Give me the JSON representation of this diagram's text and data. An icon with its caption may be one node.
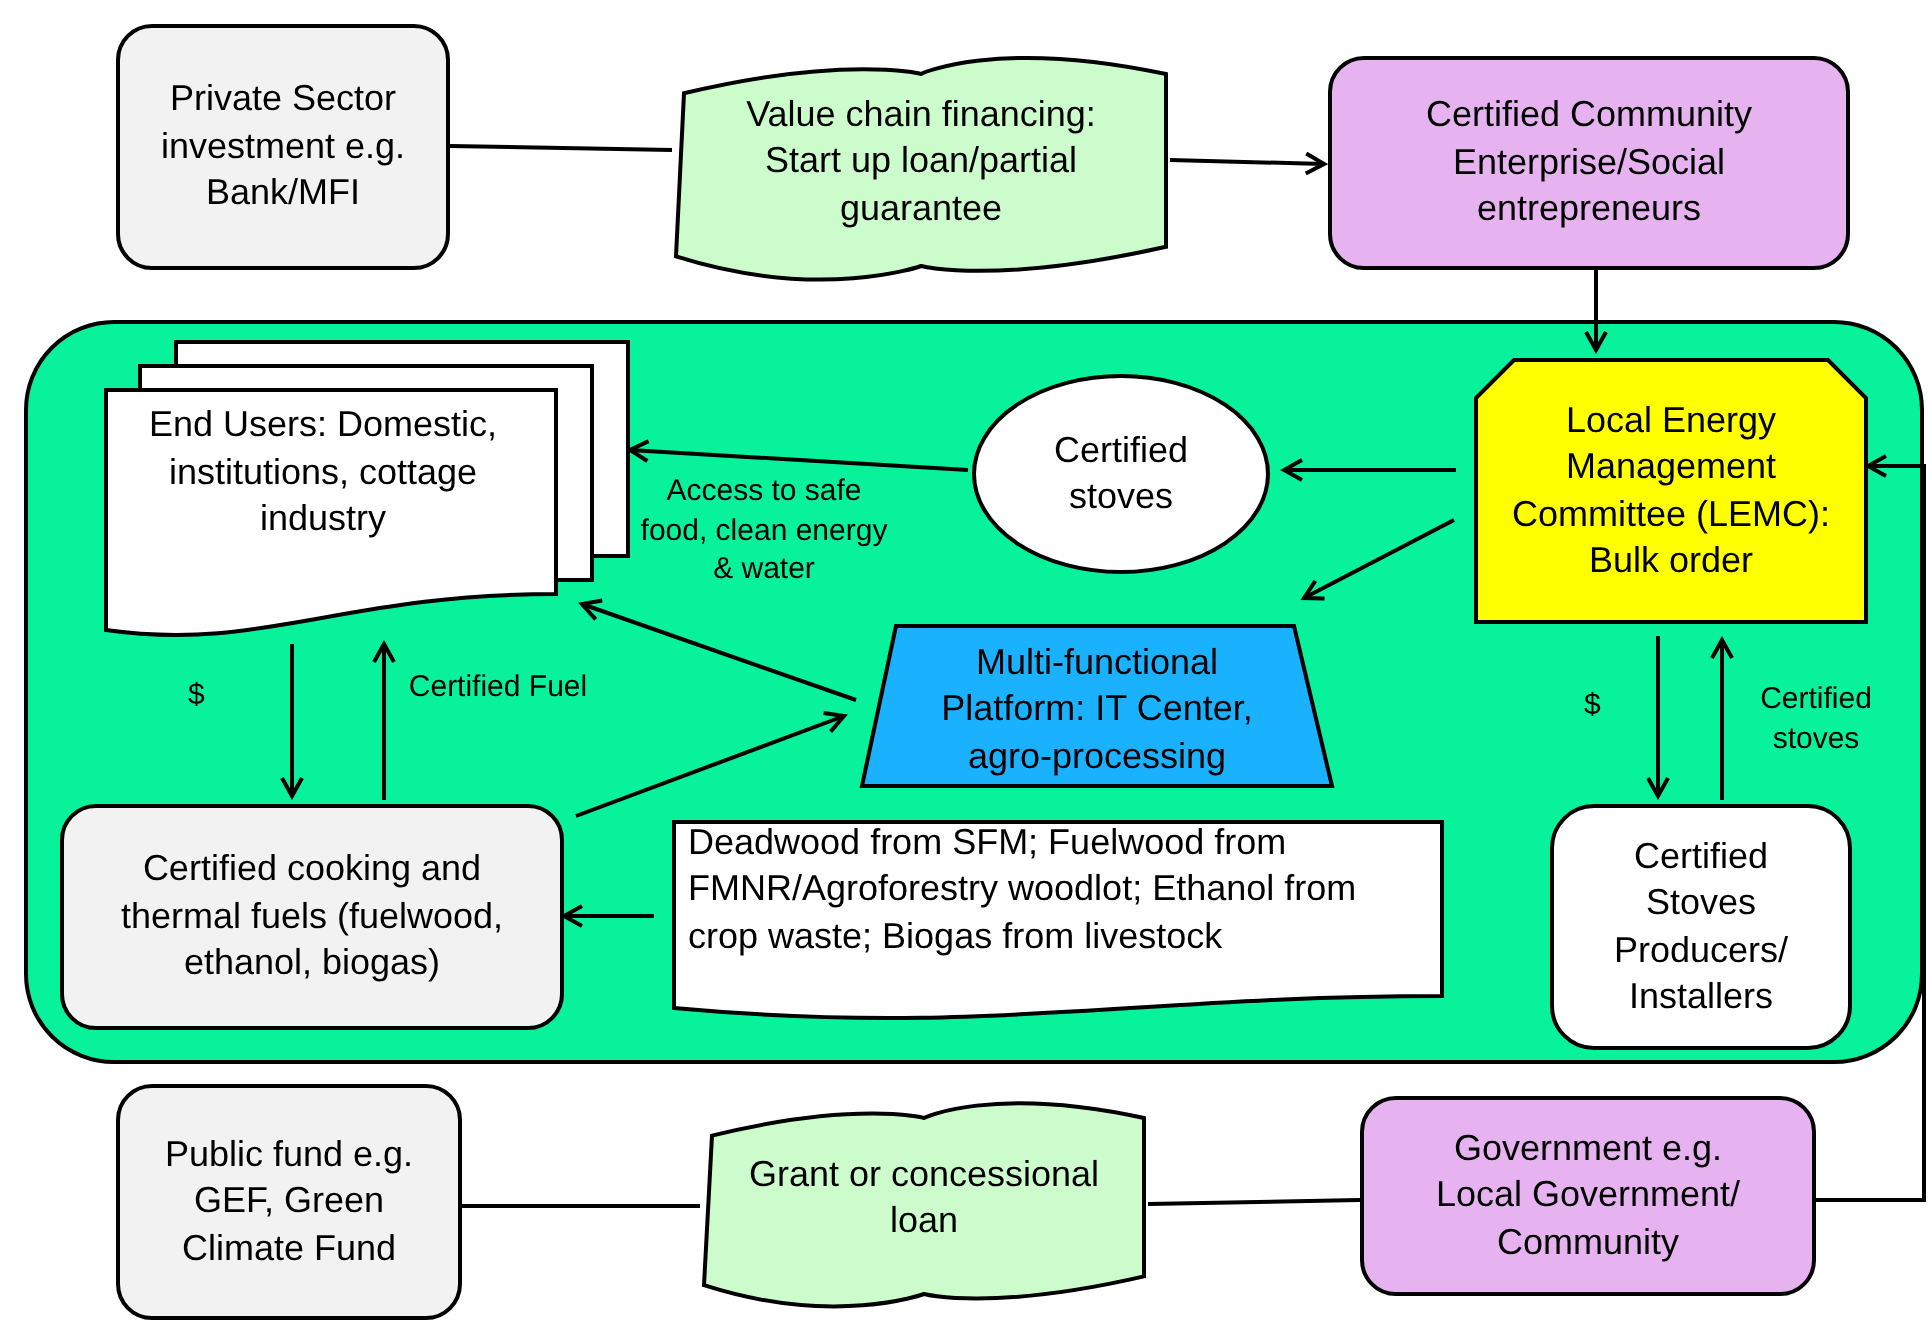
{
  "diagram": {
    "nodes": [
      {
        "text": [
          "Private Sector investment e.g. Bank/MFI"
        ]
      },
      {
        "text": [
          "Value chain financing: Start up loan/partial guarantee"
        ]
      },
      {
        "text": [
          "Certified Community Enterprise/Social entrepreneurs"
        ]
      },
      {
        "text": [],
        "shape": "box"
      },
      {
        "text": [
          "End Users: Domestic, institutions, cottage industry"
        ],
        "in": 3
      },
      {
        "text": [
          "Certified stoves"
        ],
        "in": 3
      },
      {
        "text": [
          "Local Energy Management Committee (LEMC): Bulk order"
        ],
        "in": 3
      },
      {
        "text": [
          "Multi-functional Platform: IT Center, agro-processing"
        ],
        "in": 3
      },
      {
        "text": [
          "Certified cooking and thermal fuels (fuelwood, ethanol, biogas)"
        ],
        "in": 3
      },
      {
        "text": [
          "Deadwood from SFM; Fuelwood from FMNR/Agroforestry woodlot; Ethanol from crop waste; Biogas from livestock"
        ],
        "in": 3
      },
      {
        "text": [
          "Certified Stoves Producers/ Installers"
        ],
        "in": 3
      },
      {
        "text": [
          "Public fund e.g. GEF, Green Climate Fund"
        ]
      },
      {
        "text": [
          "Grant or concessional loan"
        ]
      },
      {
        "text": [
          "Government e.g. Local Government/ Community"
        ]
      }
    ],
    "edges": [
      {
        "from": 0,
        "to": 1,
        "arrow": "none"
      },
      {
        "from": 1,
        "to": 2,
        "arrow": "to"
      },
      {
        "from": 2,
        "to": 6,
        "arrow": "to"
      },
      {
        "from": 5,
        "to": 4,
        "arrow": "to",
        "label": "Access to safe food, clean energy & water"
      },
      {
        "from": 6,
        "to": 5,
        "arrow": "to"
      },
      {
        "from": 6,
        "to": 7,
        "arrow": "to"
      },
      {
        "from": 7,
        "to": 4,
        "arrow": "to"
      },
      {
        "from": 8,
        "to": 7,
        "arrow": "to"
      },
      {
        "from": 4,
        "to": 8,
        "arrow": "to",
        "label": "$"
      },
      {
        "from": 8,
        "to": 4,
        "arrow": "to",
        "label": "Certified Fuel"
      },
      {
        "from": 9,
        "to": 8,
        "arrow": "to"
      },
      {
        "from": 6,
        "to": 10,
        "arrow": "to",
        "label": "$"
      },
      {
        "from": 10,
        "to": 6,
        "arrow": "to",
        "label": "Certified stoves"
      },
      {
        "from": 11,
        "to": 12,
        "arrow": "none"
      },
      {
        "from": 12,
        "to": 13,
        "arrow": "none"
      },
      {
        "from": 13,
        "to": 6,
        "arrow": "to"
      }
    ]
  }
}
